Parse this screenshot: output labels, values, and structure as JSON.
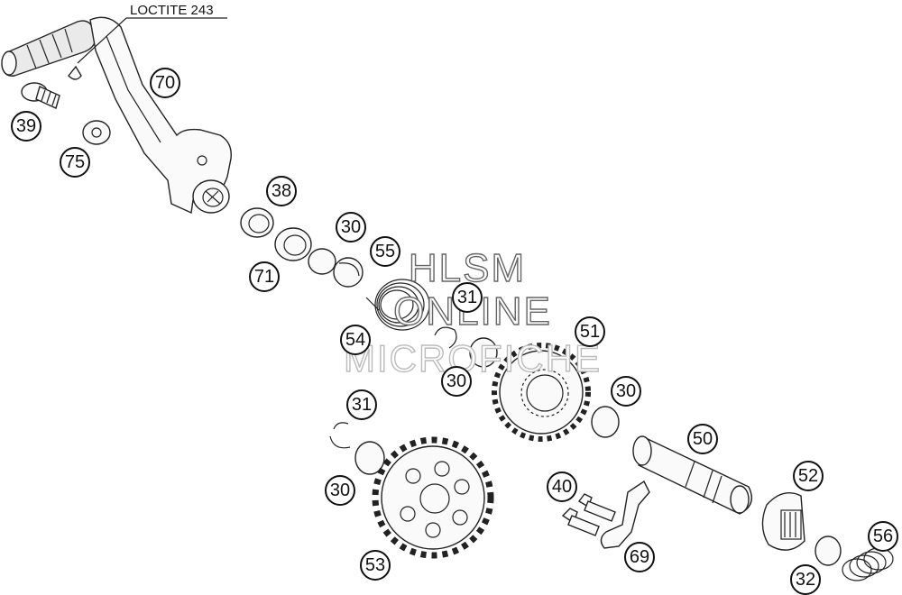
{
  "note": {
    "text": "LOCTITE 243"
  },
  "watermark": {
    "line1": "HLSM",
    "line2": "ONLINE",
    "line3": "MICROFICHE"
  },
  "callouts": [
    {
      "id": "c70",
      "label": "70"
    },
    {
      "id": "c39",
      "label": "39"
    },
    {
      "id": "c75",
      "label": "75"
    },
    {
      "id": "c38",
      "label": "38"
    },
    {
      "id": "c30a",
      "label": "30"
    },
    {
      "id": "c55",
      "label": "55"
    },
    {
      "id": "c71",
      "label": "71"
    },
    {
      "id": "c31a",
      "label": "31"
    },
    {
      "id": "c54",
      "label": "54"
    },
    {
      "id": "c51",
      "label": "51"
    },
    {
      "id": "c30b",
      "label": "30"
    },
    {
      "id": "c30c",
      "label": "30"
    },
    {
      "id": "c31b",
      "label": "31"
    },
    {
      "id": "c50",
      "label": "50"
    },
    {
      "id": "c30d",
      "label": "30"
    },
    {
      "id": "c40",
      "label": "40"
    },
    {
      "id": "c52",
      "label": "52"
    },
    {
      "id": "c69",
      "label": "69"
    },
    {
      "id": "c53",
      "label": "53"
    },
    {
      "id": "c56",
      "label": "56"
    },
    {
      "id": "c32",
      "label": "32"
    }
  ]
}
